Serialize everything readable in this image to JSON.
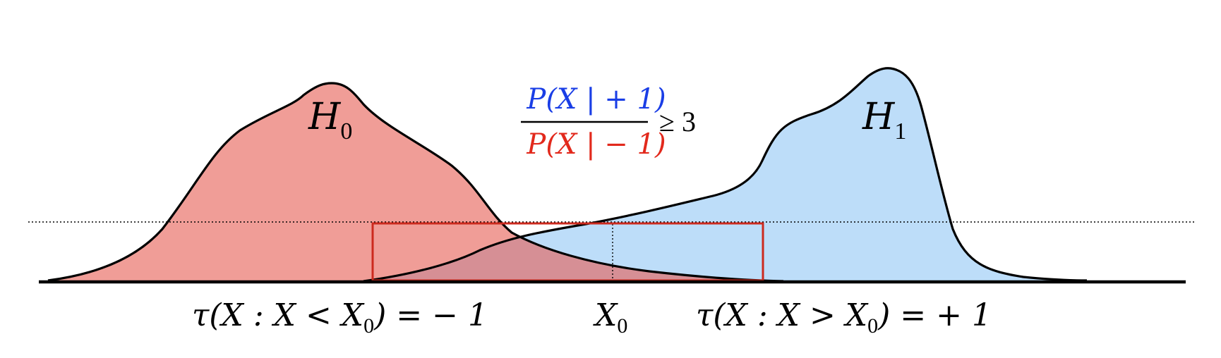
{
  "colors": {
    "h0_fill": "#f09d97",
    "h1_fill": "#b7daf8",
    "overlap_fill": "#d68f95",
    "red": "#e2291c",
    "blue": "#1a3ee6",
    "box_stroke": "#cc2a1e",
    "ink": "#000000"
  },
  "labels": {
    "h0": {
      "base": "H",
      "sub": "0"
    },
    "h1": {
      "base": "H",
      "sub": "1"
    },
    "ratio": {
      "numerator": "P(X | + 1)",
      "denominator": "P(X | − 1)",
      "relation": "≥ 3"
    },
    "threshold": {
      "base": "X",
      "sub": "0"
    },
    "left_rule": {
      "pre": "τ(X : X < X",
      "sub": "0",
      "post": ") = − 1"
    },
    "right_rule": {
      "pre": "τ(X : X > X",
      "sub": "0",
      "post": ") = + 1"
    }
  }
}
